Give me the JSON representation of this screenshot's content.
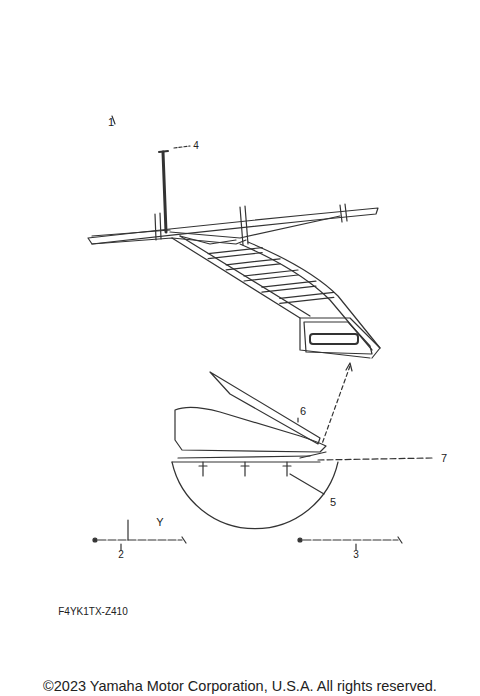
{
  "diagram": {
    "labels": [
      "1",
      "4",
      "6",
      "7",
      "5",
      "Y",
      "2",
      "3",
      "F4YK1TX-Z410",
      "©2023 Yamaha Motor Corporation, U.S.A. All rights reserved."
    ]
  }
}
